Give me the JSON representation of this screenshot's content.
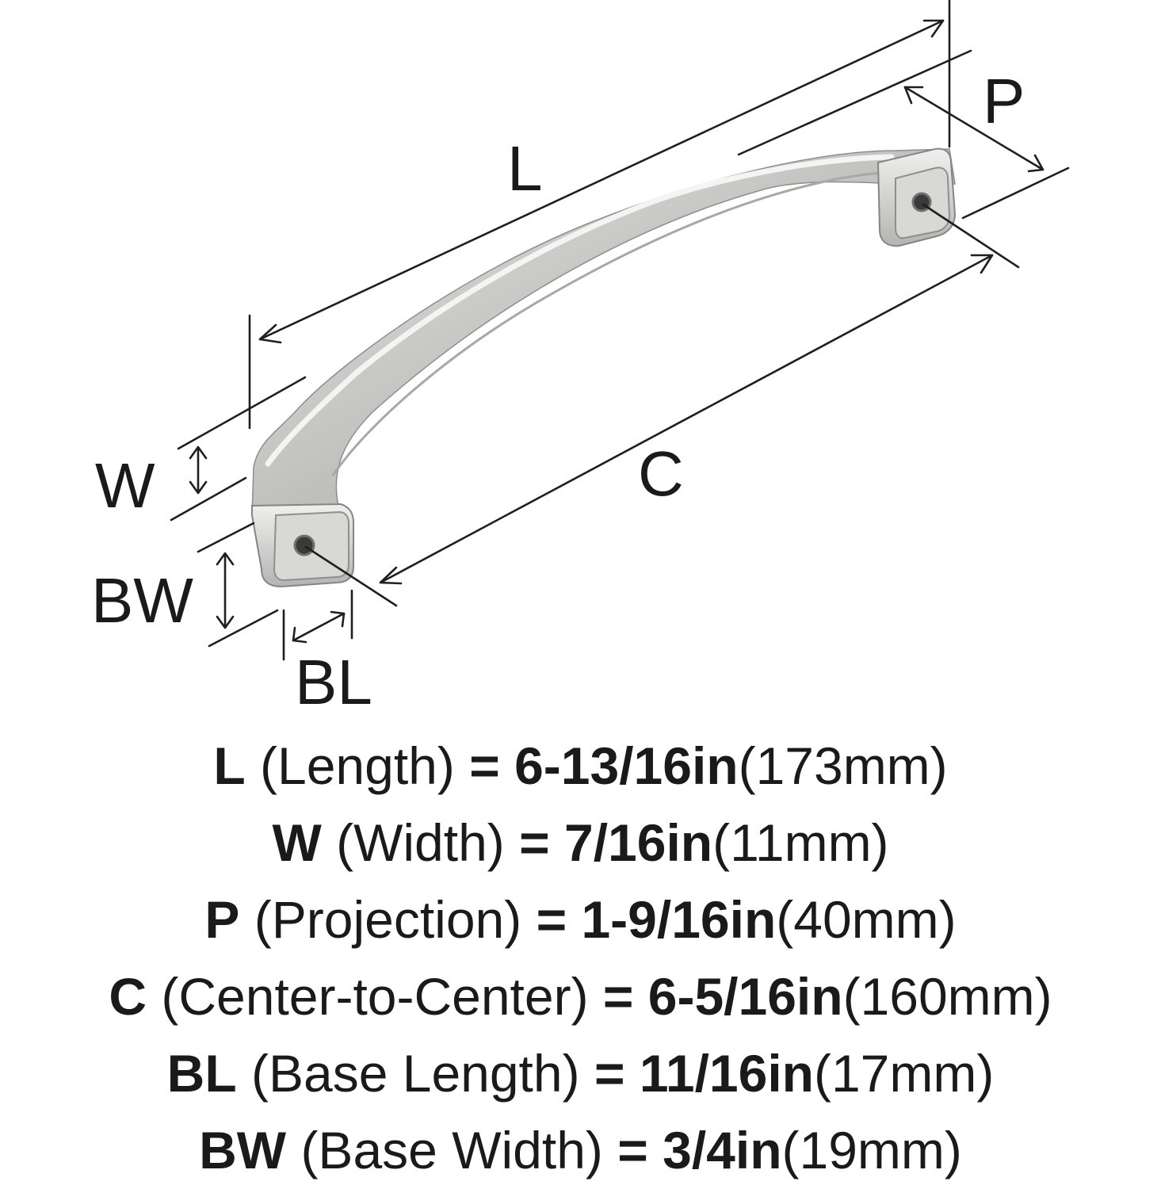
{
  "diagram": {
    "labels": {
      "L": "L",
      "P": "P",
      "W": "W",
      "C": "C",
      "BW": "BW",
      "BL": "BL"
    },
    "finish_color": "#c9c9c7"
  },
  "specs": [
    {
      "abbr": "L",
      "name": "(Length)",
      "eq": "=",
      "imperial": "6-13/16in",
      "metric": "(173mm)"
    },
    {
      "abbr": "W",
      "name": "(Width)",
      "eq": "=",
      "imperial": "7/16in",
      "metric": "(11mm)"
    },
    {
      "abbr": "P",
      "name": "(Projection)",
      "eq": "=",
      "imperial": "1-9/16in",
      "metric": "(40mm)"
    },
    {
      "abbr": "C",
      "name": "(Center-to-Center)",
      "eq": "=",
      "imperial": "6-5/16in",
      "metric": "(160mm)"
    },
    {
      "abbr": "BL",
      "name": "(Base Length)",
      "eq": "=",
      "imperial": "11/16in",
      "metric": "(17mm)"
    },
    {
      "abbr": "BW",
      "name": "(Base Width)",
      "eq": "=",
      "imperial": "3/4in",
      "metric": "(19mm)"
    }
  ]
}
